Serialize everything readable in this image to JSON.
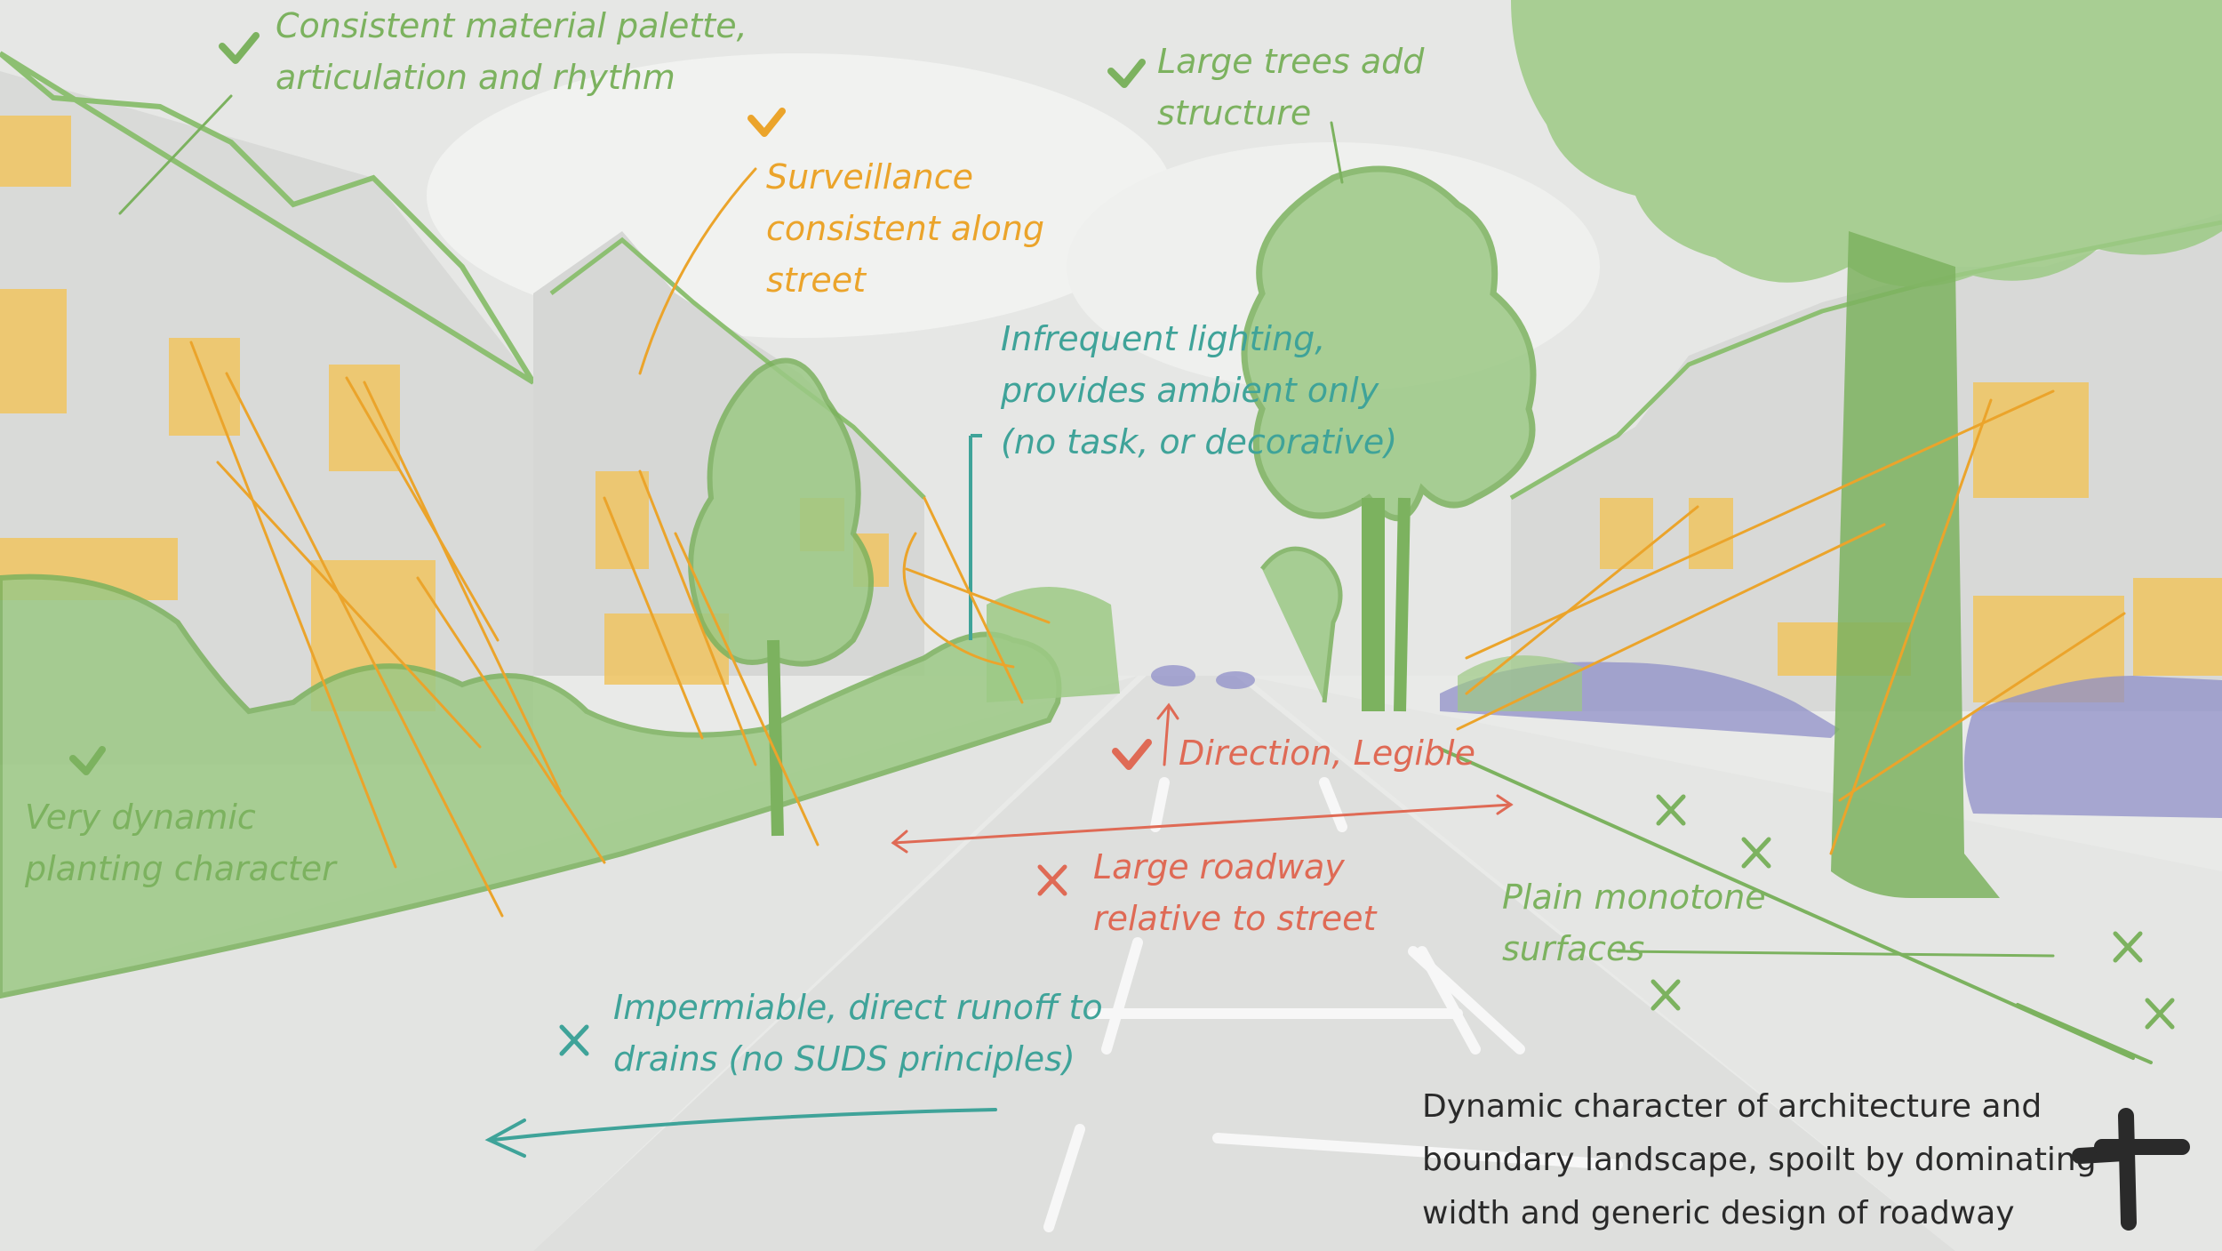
{
  "colors": {
    "green": "#7cb25f",
    "orange": "#eba42b",
    "teal": "#3fa399",
    "red": "#df6a55",
    "dark": "#2a2a2a",
    "car": "#8f8fc8"
  },
  "annotations": {
    "material": {
      "status": "check",
      "lines": [
        "Consistent material palette,",
        "articulation and rhythm"
      ]
    },
    "surveillance": {
      "status": "check",
      "lines": [
        "Surveillance",
        "consistent along",
        "street"
      ]
    },
    "trees": {
      "status": "check",
      "lines": [
        "Large trees add",
        "structure"
      ]
    },
    "lighting": {
      "status": "neutral",
      "lines": [
        "Infrequent lighting,",
        "provides ambient only",
        "(no task, or decorative)"
      ]
    },
    "planting": {
      "status": "check",
      "lines": [
        "Very dynamic",
        "planting character"
      ]
    },
    "direction": {
      "status": "check",
      "lines": [
        "Direction, Legible"
      ]
    },
    "roadway": {
      "status": "cross",
      "lines": [
        "Large roadway",
        "relative to street"
      ]
    },
    "surfaces": {
      "status": "cross",
      "lines": [
        "Plain monotone",
        "surfaces"
      ]
    },
    "runoff": {
      "status": "cross",
      "lines": [
        "Impermiable, direct runoff to",
        "drains (no SUDS principles)"
      ]
    },
    "summary": {
      "lines": [
        "Dynamic character of architecture and",
        "boundary landscape, spoilt by dominating",
        "width and generic design of roadway"
      ]
    }
  },
  "icons": {
    "check": "check-icon",
    "cross": "cross-icon",
    "plus": "plus-icon"
  }
}
